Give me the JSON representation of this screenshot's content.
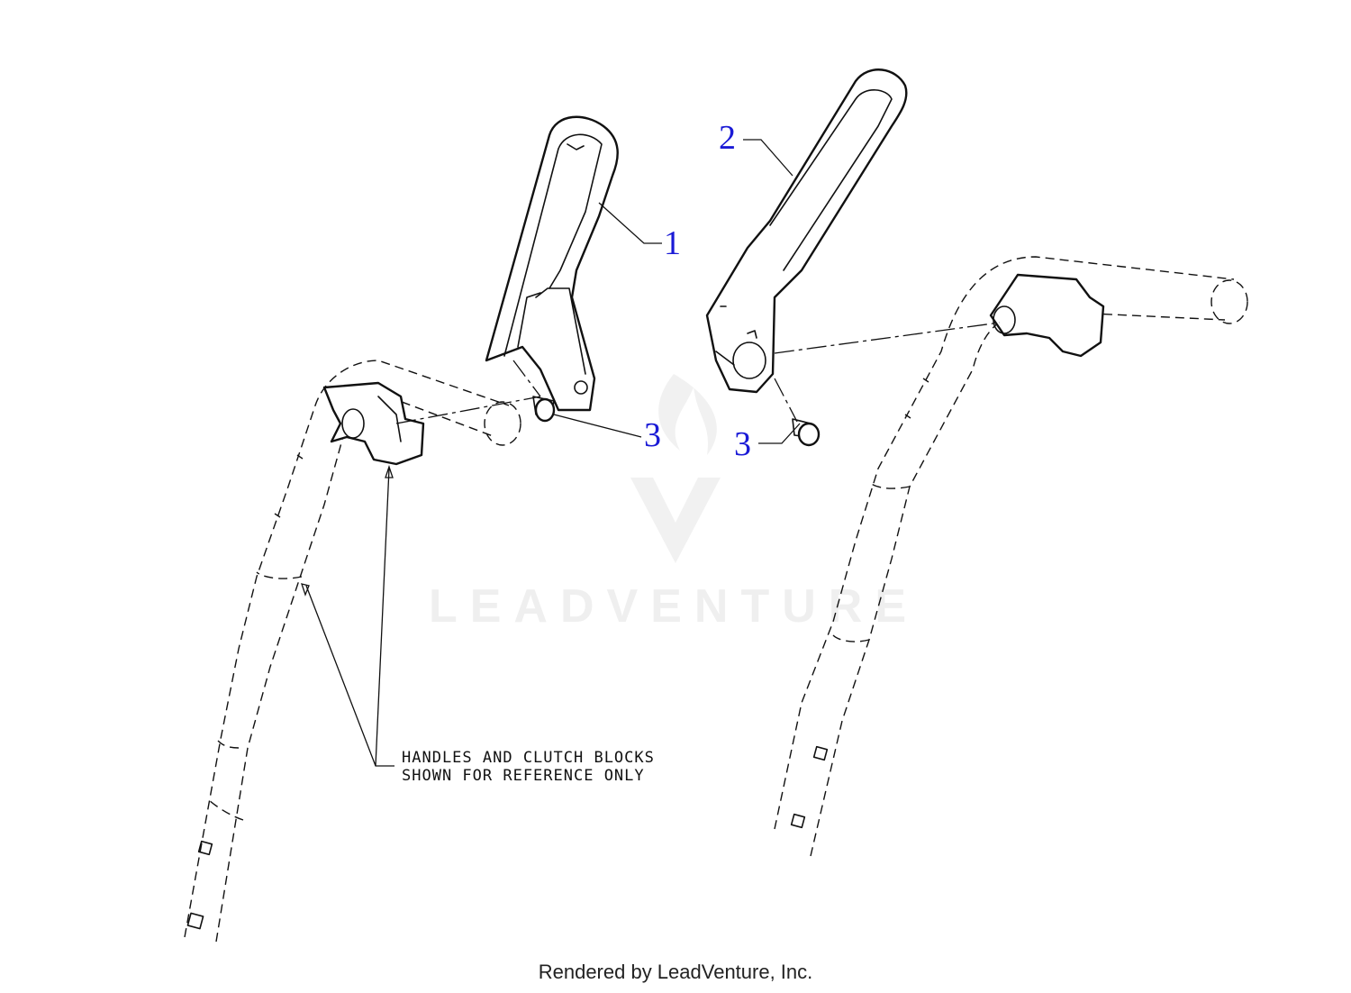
{
  "diagram": {
    "callouts": [
      {
        "id": "part-1",
        "label": "1"
      },
      {
        "id": "part-2",
        "label": "2"
      },
      {
        "id": "part-3-left",
        "label": "3"
      },
      {
        "id": "part-3-right",
        "label": "3"
      }
    ],
    "note_lines": [
      "HANDLES AND CLUTCH BLOCKS",
      "SHOWN FOR REFERENCE ONLY"
    ],
    "watermark": "LEADVENTURE"
  },
  "footer": {
    "text": "Rendered by LeadVenture, Inc."
  },
  "colors": {
    "callout": "#1a1ad6",
    "line": "#111111",
    "watermark": "#eeeeee"
  }
}
